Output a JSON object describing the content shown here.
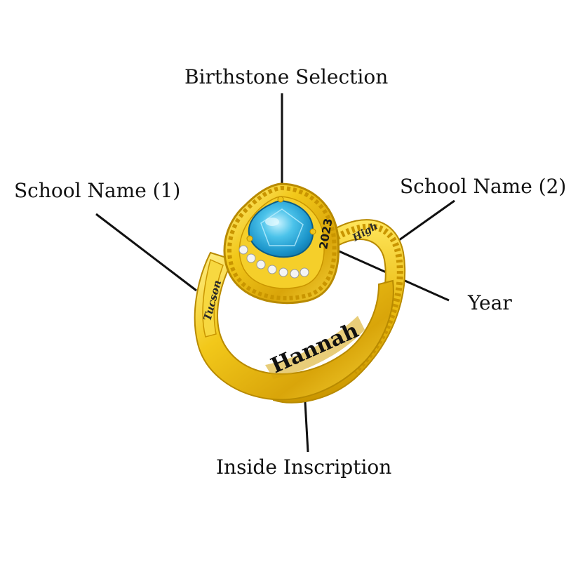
{
  "callouts": {
    "birthstone": "Birthstone Selection",
    "school_name_1": "School Name (1)",
    "school_name_2": "School Name (2)",
    "year": "Year",
    "inside_inscription": "Inside Inscription"
  },
  "engraving": {
    "inscription": "Hannah",
    "year": "2023",
    "school_left": "Tucson",
    "school_right": "High"
  },
  "colors": {
    "gold": "#e7bd12",
    "gold_dark": "#b88a00",
    "gold_light": "#fde77a",
    "stone": "#2aa7d6",
    "stone_light": "#9fe3f7",
    "line": "#111111"
  }
}
